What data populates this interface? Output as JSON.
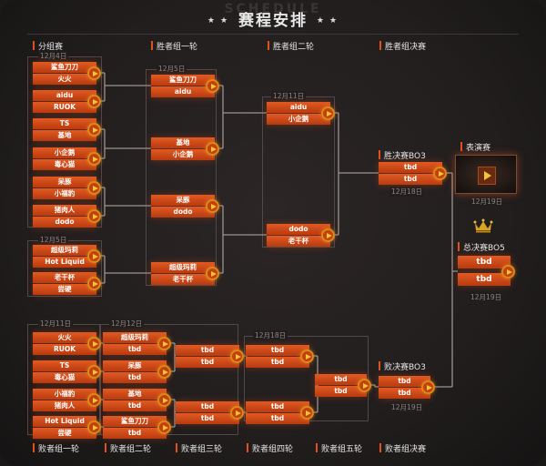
{
  "header": {
    "title": "赛程安排",
    "ghost_text": "SCHEDULE",
    "star": "★"
  },
  "sections_top": [
    "分组赛",
    "胜者组一轮",
    "胜者组二轮",
    "胜者组决赛"
  ],
  "sections_bottom": [
    "败者组一轮",
    "败者组二轮",
    "败者组三轮",
    "败者组四轮",
    "败者组五轮",
    "败者组决赛"
  ],
  "labels": {
    "winners_final": "胜决赛BO3",
    "losers_final": "败决赛BO3",
    "grand_final": "总决赛BO5",
    "showmatch": "表演赛"
  },
  "dates": {
    "group_a": "12月4日",
    "group_b": "12月5日",
    "wr1": "12月5日",
    "wr2": "12月11日",
    "wf": "12月18日",
    "showmatch": "12月19日",
    "gf": "12月19日",
    "lr1": "12月11日",
    "lr2": "12月12日",
    "lr4": "12月18日",
    "lf": "12月19日"
  },
  "rounds": {
    "group": [
      [
        "鲨鱼刀刀",
        "火火"
      ],
      [
        "aidu",
        "RUOK"
      ],
      [
        "TS",
        "基地"
      ],
      [
        "小企鹅",
        "毒心猫"
      ],
      [
        "呆豚",
        "小福豹"
      ],
      [
        "猪肉人",
        "dodo"
      ],
      [
        "超级玛莉",
        "Hot Liquid"
      ],
      [
        "老干杯",
        "尝硬"
      ]
    ],
    "wr1": [
      [
        "鲨鱼刀刀",
        "aidu"
      ],
      [
        "基地",
        "小企鹅"
      ],
      [
        "呆豚",
        "dodo"
      ],
      [
        "超级玛莉",
        "老干杯"
      ]
    ],
    "wr2": [
      [
        "aidu",
        "小企鹅"
      ],
      [
        "dodo",
        "老干杯"
      ]
    ],
    "wf": [
      [
        "tbd",
        "tbd"
      ]
    ],
    "gf": [
      [
        "tbd",
        "tbd"
      ]
    ],
    "lr1": [
      [
        "火火",
        "RUOK"
      ],
      [
        "TS",
        "毒心猫"
      ],
      [
        "小福豹",
        "猪肉人"
      ],
      [
        "Hot Liquid",
        "尝硬"
      ]
    ],
    "lr2": [
      [
        "超级玛莉",
        "tbd"
      ],
      [
        "呆豚",
        "tbd"
      ],
      [
        "基地",
        "tbd"
      ],
      [
        "鲨鱼刀刀",
        "tbd"
      ]
    ],
    "lr3": [
      [
        "tbd",
        "tbd"
      ],
      [
        "tbd",
        "tbd"
      ]
    ],
    "lr4": [
      [
        "tbd",
        "tbd"
      ],
      [
        "tbd",
        "tbd"
      ]
    ],
    "lr5": [
      [
        "tbd",
        "tbd"
      ]
    ],
    "lf": [
      [
        "tbd",
        "tbd"
      ]
    ]
  },
  "colors": {
    "accent": "#e2501c",
    "row_top": "#e25a22",
    "row_bottom": "#b73a10",
    "play_ring": "#d88a1a",
    "crown": "#d9a521"
  },
  "icons": {
    "play": "play-icon",
    "crown": "crown-icon",
    "star": "star-icon"
  }
}
